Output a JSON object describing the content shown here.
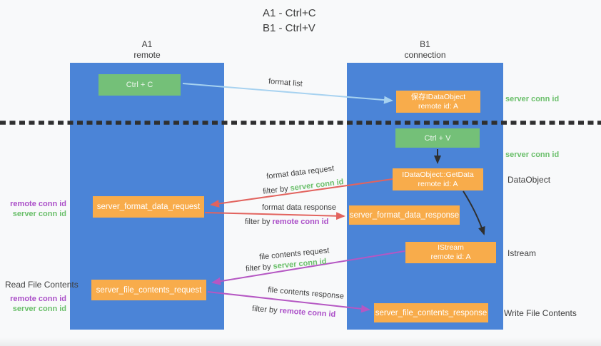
{
  "title": {
    "line1": "A1 - Ctrl+C",
    "line2": "B1 - Ctrl+V"
  },
  "lifelines": {
    "a1": {
      "name": "A1",
      "subtitle": "remote"
    },
    "b1": {
      "name": "B1",
      "subtitle": "connection"
    }
  },
  "nodes": {
    "ctrl_c": {
      "label": "Ctrl + C"
    },
    "ctrl_v": {
      "label": "Ctrl + V"
    },
    "save_dataobject": {
      "line1": "保存IDataObject",
      "line2": "remote id: A"
    },
    "getdata": {
      "line1": "IDataObject::GetData",
      "line2": "remote id: A"
    },
    "istream": {
      "line1": "IStream",
      "line2": "remote id: A"
    },
    "format_request": {
      "label": "server_format_data_request"
    },
    "format_response": {
      "label": "server_format_data_response"
    },
    "file_request": {
      "label": "server_file_contents_request"
    },
    "file_response": {
      "label": "server_file_contents_response"
    }
  },
  "arrow_labels": {
    "format_list": "format list",
    "format_data_request": "format data request",
    "format_data_response": "format data response",
    "file_contents_request": "file contents request",
    "file_contents_response": "file contents response",
    "filter_by": "filter by ",
    "server_conn_id": "server conn id",
    "remote_conn_id": "remote conn id"
  },
  "side_labels": {
    "right_server_conn_id_top": "server conn id",
    "right_server_conn_id_mid": "server conn id",
    "right_dataobject": "DataObject",
    "right_istream": "Istream",
    "right_write_file_contents": "Write File Contents",
    "left_remote_conn_id_1": "remote conn id",
    "left_server_conn_id_1": "server conn id",
    "left_read_file_contents": "Read File Contents",
    "left_remote_conn_id_2": "remote conn id",
    "left_server_conn_id_2": "server conn id"
  },
  "colors": {
    "lifeline_blue": "#4b84d7",
    "node_green": "#74c078",
    "node_orange": "#f8ac4b",
    "arrow_blue": "#a7d2f0",
    "arrow_red": "#e2635e",
    "arrow_purple": "#b557c3",
    "arrow_black": "#2f2f2f",
    "text_green": "#6abf6a",
    "text_purple": "#ab4fc8",
    "text_dark": "#3f3f3f"
  }
}
